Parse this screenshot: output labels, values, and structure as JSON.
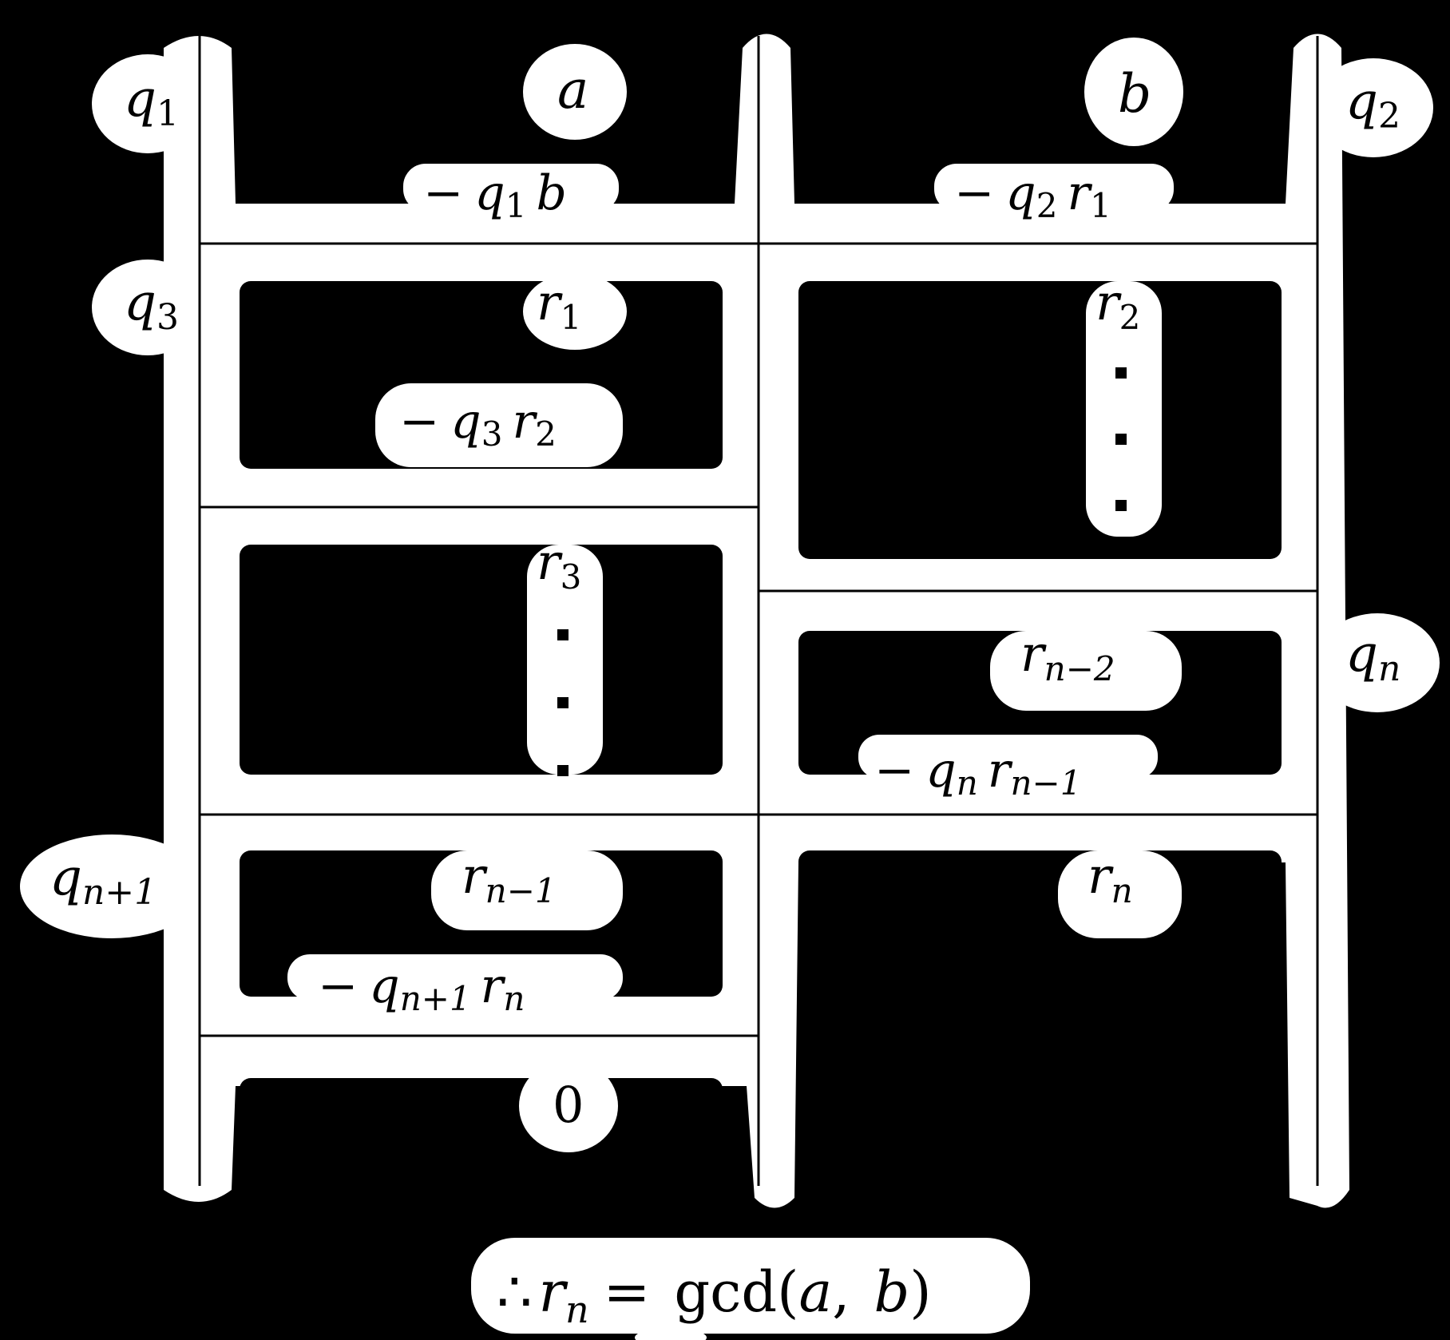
{
  "colors": {
    "background": "#000000",
    "blob": "#ffffff",
    "ink": "#000000"
  },
  "quotients": {
    "q1": {
      "base": "q",
      "sub": "1"
    },
    "q2": {
      "base": "q",
      "sub": "2"
    },
    "q3": {
      "base": "q",
      "sub": "3"
    },
    "qn": {
      "base": "q",
      "sub": "n"
    },
    "qn1": {
      "base": "q",
      "sub": "n+1"
    }
  },
  "left_column": {
    "a": "a",
    "sub_q1b": {
      "minus": "−",
      "q": "q",
      "q_sub": "1",
      "b": "b"
    },
    "r1": {
      "base": "r",
      "sub": "1"
    },
    "sub_q3r2": {
      "minus": "−",
      "q": "q",
      "q_sub": "3",
      "r": "r",
      "r_sub": "2"
    },
    "r3": {
      "base": "r",
      "sub": "3"
    },
    "rn1": {
      "base": "r",
      "sub": "n−1"
    },
    "sub_qn1rn": {
      "minus": "−",
      "q": "q",
      "q_sub": "n+1",
      "r": "r",
      "r_sub": "n"
    },
    "zero": "0"
  },
  "right_column": {
    "b": "b",
    "sub_q2r1": {
      "minus": "−",
      "q": "q",
      "q_sub": "2",
      "r": "r",
      "r_sub": "1"
    },
    "r2": {
      "base": "r",
      "sub": "2"
    },
    "rn2": {
      "base": "r",
      "sub": "n−2"
    },
    "sub_qnrn1": {
      "minus": "−",
      "q": "q",
      "q_sub": "n",
      "r": "r",
      "r_sub": "n−1"
    },
    "rn": {
      "base": "r",
      "sub": "n"
    }
  },
  "conclusion": {
    "therefore": "∴",
    "r": "r",
    "r_sub": "n",
    "equals": "=",
    "gcd": "gcd",
    "open": "(",
    "a": "a",
    "comma": ",",
    "b": "b",
    "close": ")"
  }
}
